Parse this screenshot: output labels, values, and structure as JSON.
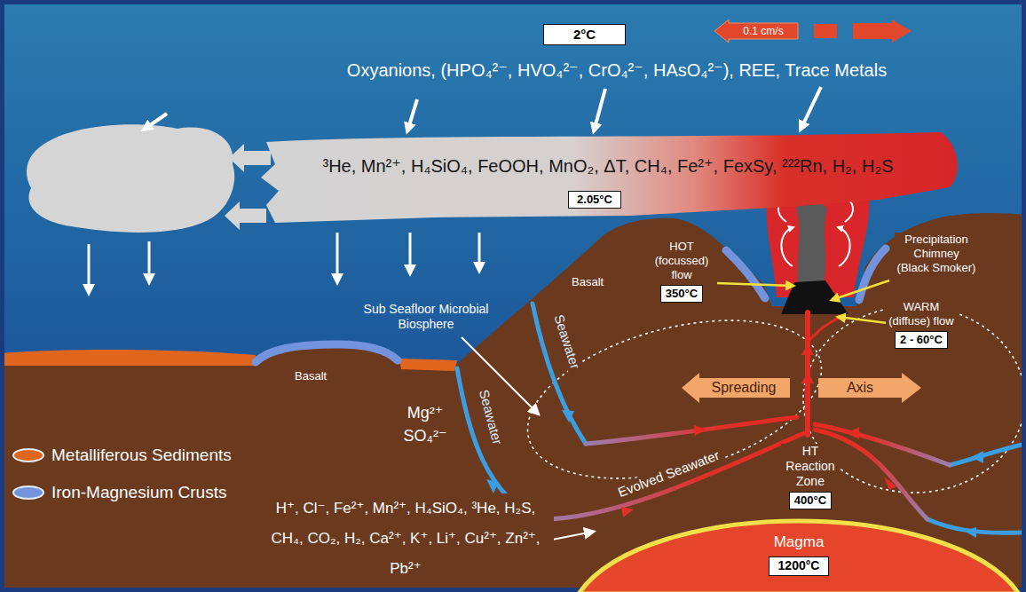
{
  "diagram": {
    "nodes": [
      {
        "text": [
          "2°C"
        ]
      },
      {
        "text": [
          "0.1 cm/s"
        ]
      },
      {
        "text": [
          "³He, Mn²⁺, H₄SiO₄, FeOOH, MnO₂, ΔT, CH₄, Fe²⁺, FexSy, ²²²Rn, H₂, H₂S"
        ]
      },
      {
        "text": [
          "2.05°C"
        ],
        "in": 2
      },
      {
        "text": [
          "HOT (focussed) flow",
          "350°C"
        ]
      },
      {
        "text": [
          "WARM (diffuse) flow",
          "2 - 60°C"
        ]
      },
      {
        "text": [
          "Spreading"
        ]
      },
      {
        "text": [
          "Axis"
        ]
      },
      {
        "text": [
          "HT Reaction Zone",
          "400°C"
        ]
      },
      {
        "text": [
          "Magma"
        ]
      },
      {
        "text": [
          "1200°C"
        ],
        "in": 9
      }
    ],
    "labels": [
      "Oxyanions, (HPO₄²⁻, HVO₄²⁻, CrO₄²⁻, HAsO₄²⁻), REE, Trace Metals",
      "Precipitation Chimney (Black Smoker)",
      "Basalt",
      "Sub Seafloor Microbial Biosphere",
      "Basalt",
      "Seawater",
      "Seawater",
      "Evolved Seawater",
      "Mg²⁺ SO₄²⁻",
      "H⁺, Cl⁻, Fe²⁺, Mn²⁺, H₄SiO₄, ³He, H₂S, CH₄, CO₂, H₂, Ca²⁺, K⁺, Li⁺, Cu²⁺, Zn²⁺, Pb²⁺"
    ],
    "legend": [
      {
        "text": "Metalliferous Sediments",
        "color": "#e0661e"
      },
      {
        "text": "Iron-Magnesium Crusts",
        "color": "#7393dc"
      }
    ]
  }
}
